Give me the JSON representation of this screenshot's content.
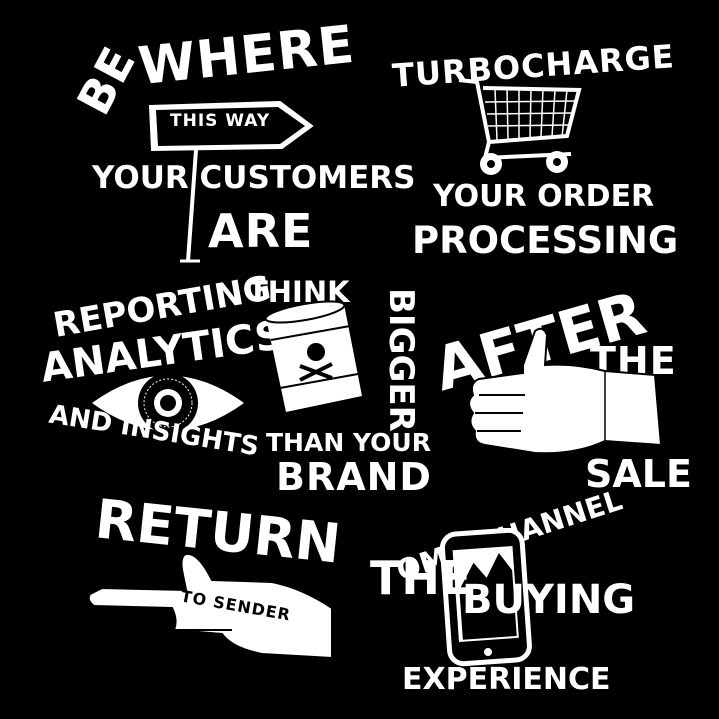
{
  "be_where": {
    "be": "BE",
    "where": "WHERE",
    "sign": "THIS WAY",
    "your_customers": "YOUR CUSTOMERS",
    "are": "ARE"
  },
  "turbocharge": {
    "title": "TURBOCHARGE",
    "your_order": "YOUR ORDER",
    "processing": "PROCESSING"
  },
  "reporting": {
    "reporting": "REPORTING",
    "analytics": "ANALYTICS",
    "and_insights": "AND INSIGHTS"
  },
  "think_bigger": {
    "think": "THINK",
    "bigger": "BIGGER",
    "than_your": "THAN YOUR",
    "brand": "BRAND"
  },
  "after_sale": {
    "after": "AFTER",
    "the": "THE",
    "sale": "SALE"
  },
  "return": {
    "return": "RETURN",
    "to_sender": "TO SENDER"
  },
  "omnichannel": {
    "omnichannel": "OMNICHANNEL",
    "the": "THE",
    "buying": "BUYING",
    "experience": "EXPERIENCE"
  },
  "colors": {
    "background": "#000000",
    "ink": "#ffffff"
  }
}
